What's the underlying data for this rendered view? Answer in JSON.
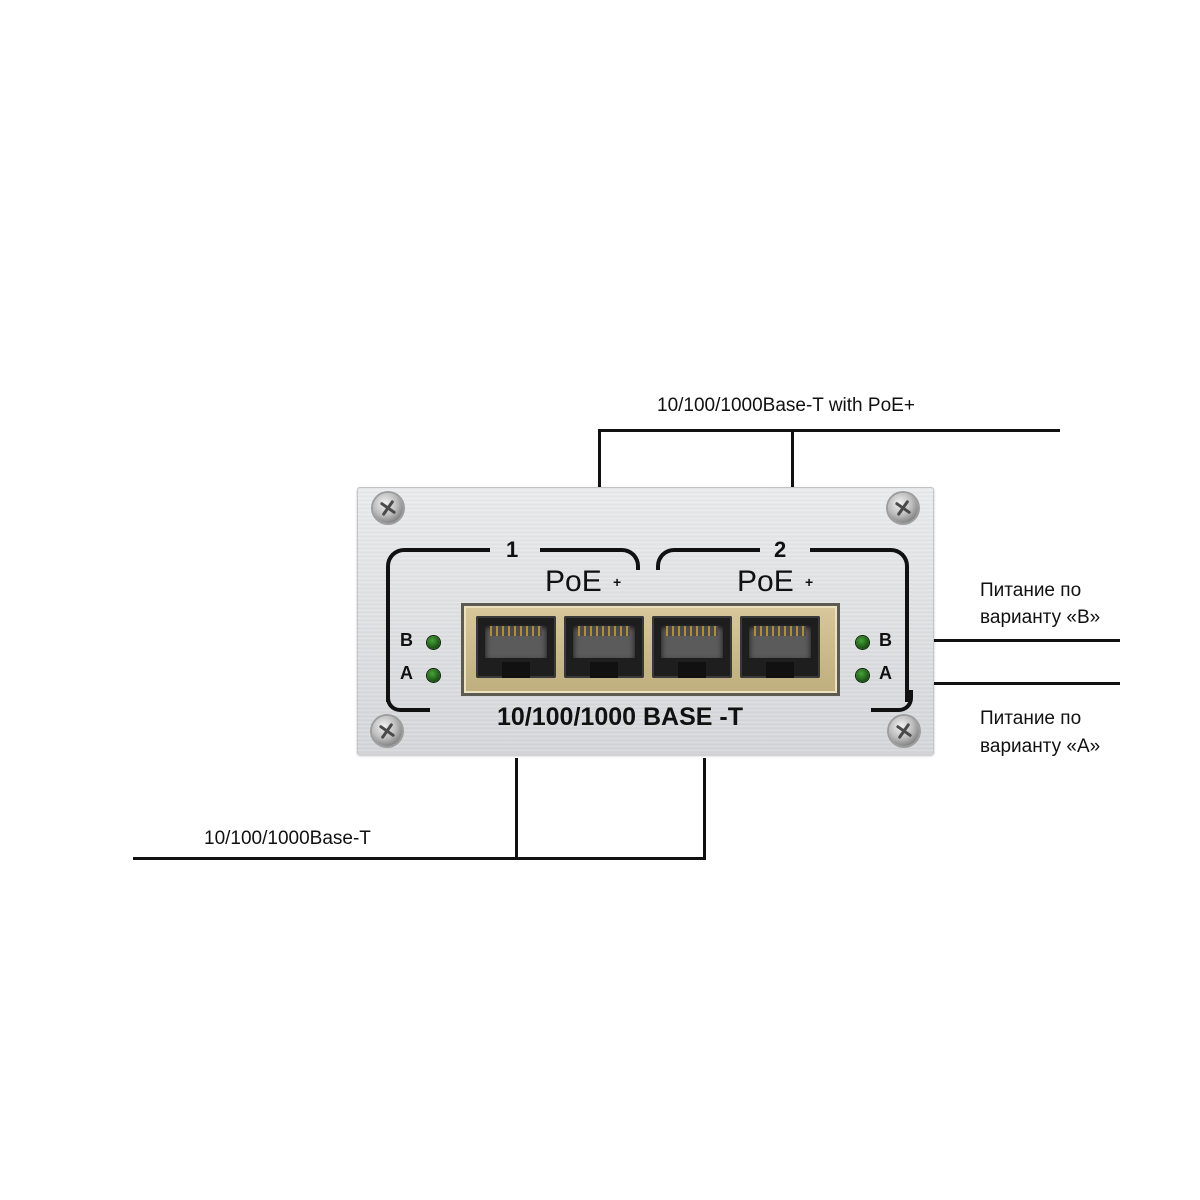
{
  "callouts": {
    "top": "10/100/1000Base-T with PoE+",
    "bottom": "10/100/1000Base-T",
    "power_b": [
      "Питание по",
      "варианту «B»"
    ],
    "power_a": [
      "Питание по",
      "варианту «A»"
    ]
  },
  "panel": {
    "group_labels": [
      "1",
      "2"
    ],
    "poe_labels": [
      "PoE",
      "PoE"
    ],
    "poe_plus": [
      "+",
      "+"
    ],
    "led_labels_left": [
      "B",
      "A"
    ],
    "led_labels_right": [
      "B",
      "A"
    ],
    "bottom_label": "10/100/1000 BASE -T"
  },
  "ports": [
    {
      "name": "port-1a"
    },
    {
      "name": "port-1b"
    },
    {
      "name": "port-2a"
    },
    {
      "name": "port-2b"
    }
  ],
  "colors": {
    "line": "#111111",
    "panel": "#e1e2e4",
    "led": "#2f7f26",
    "port_housing": "#c7b685"
  }
}
